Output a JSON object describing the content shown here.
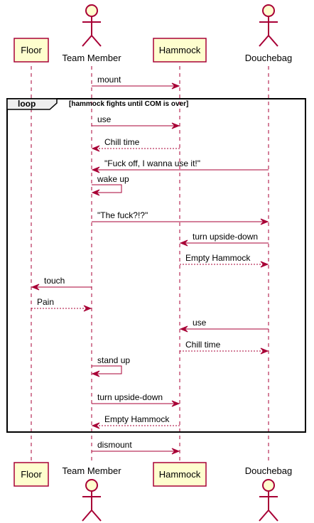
{
  "diagram": {
    "participants": [
      {
        "id": "floor",
        "label": "Floor",
        "kind": "box"
      },
      {
        "id": "team_member",
        "label": "Team Member",
        "kind": "actor"
      },
      {
        "id": "hammock",
        "label": "Hammock",
        "kind": "box"
      },
      {
        "id": "douchebag",
        "label": "Douchebag",
        "kind": "actor"
      }
    ],
    "loop": {
      "keyword": "loop",
      "guard": "[hammock fights until COM is over]"
    },
    "messages": [
      {
        "from": "team_member",
        "to": "hammock",
        "label": "mount",
        "style": "solid"
      },
      {
        "from": "team_member",
        "to": "hammock",
        "label": "use",
        "style": "solid"
      },
      {
        "from": "hammock",
        "to": "team_member",
        "label": "Chill time",
        "style": "dashed"
      },
      {
        "from": "douchebag",
        "to": "team_member",
        "label": "\"Fuck off, I wanna use it!\"",
        "style": "solid"
      },
      {
        "from": "team_member",
        "to": "team_member",
        "label": "wake up",
        "style": "solid"
      },
      {
        "from": "team_member",
        "to": "douchebag",
        "label": "\"The fuck?!?\"",
        "style": "solid"
      },
      {
        "from": "douchebag",
        "to": "hammock",
        "label": "turn upside-down",
        "style": "solid"
      },
      {
        "from": "hammock",
        "to": "douchebag",
        "label": "Empty Hammock",
        "style": "dashed"
      },
      {
        "from": "team_member",
        "to": "floor",
        "label": "touch",
        "style": "solid"
      },
      {
        "from": "floor",
        "to": "team_member",
        "label": "Pain",
        "style": "dashed"
      },
      {
        "from": "douchebag",
        "to": "hammock",
        "label": "use",
        "style": "solid"
      },
      {
        "from": "hammock",
        "to": "douchebag",
        "label": "Chill time",
        "style": "dashed"
      },
      {
        "from": "team_member",
        "to": "team_member",
        "label": "stand up",
        "style": "solid"
      },
      {
        "from": "team_member",
        "to": "hammock",
        "label": "turn upside-down",
        "style": "solid"
      },
      {
        "from": "hammock",
        "to": "team_member",
        "label": "Empty Hammock",
        "style": "dashed"
      },
      {
        "from": "team_member",
        "to": "hammock",
        "label": "dismount",
        "style": "solid"
      }
    ]
  }
}
